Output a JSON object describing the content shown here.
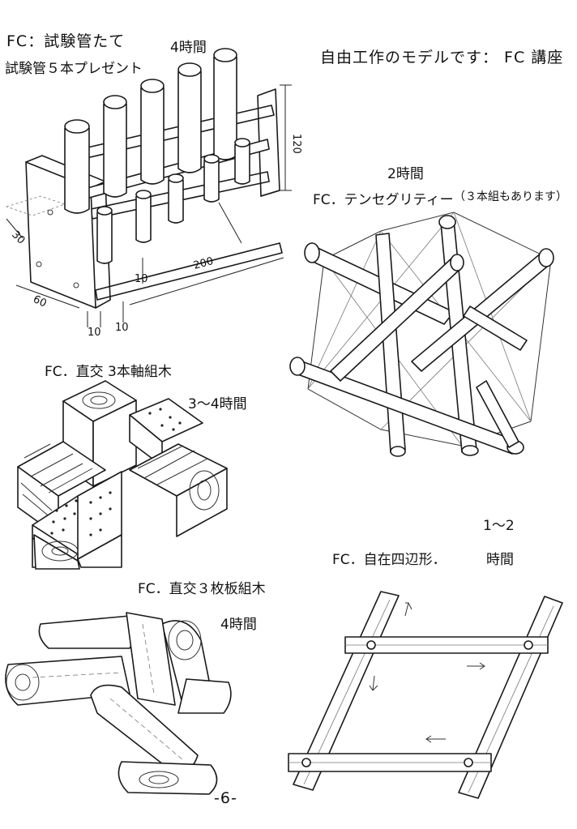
{
  "page": {
    "header_right": "自由工作のモデルです： FC 講座",
    "page_number": "-6-"
  },
  "test_tube_stand": {
    "title": "FC：試験管たて",
    "hours": "4時間",
    "subtitle": "試験管５本プレゼント",
    "dims": {
      "d120": "120",
      "d200": "200",
      "d30": "30",
      "d60": "60",
      "d10a": "10",
      "d10b": "10",
      "d10c": "10"
    }
  },
  "tensegrity": {
    "hours": "2時間",
    "title": "FC．テンセグリティー",
    "note": "（３本組もあります）"
  },
  "orthogonal_3axis": {
    "title": "FC．直交 3本軸組木",
    "hours": "3〜4時間"
  },
  "orthogonal_3board": {
    "title": "FC．直交３枚板組木",
    "hours": "4時間"
  },
  "free_quadrilateral": {
    "hours_top": "1〜2",
    "title": "FC．自在四辺形．",
    "hours_bottom": "時間"
  }
}
